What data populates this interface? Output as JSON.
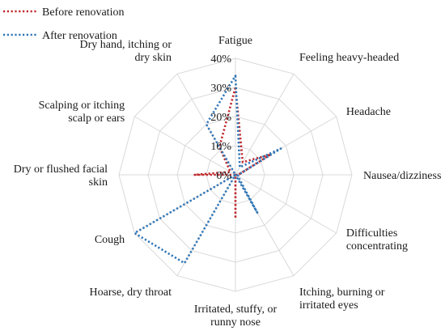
{
  "chart_data": {
    "type": "radar",
    "axes": [
      [
        "Fatigue"
      ],
      [
        "Feeling heavy-headed"
      ],
      [
        "Headache"
      ],
      [
        "Nausea/dizziness"
      ],
      [
        "Difficulties",
        "concentrating"
      ],
      [
        "Itching, burning or",
        "irritated eyes"
      ],
      [
        "Irritated, stuffy, or",
        "runny nose"
      ],
      [
        "Hoarse, dry throat"
      ],
      [
        "Cough"
      ],
      [
        "Dry or flushed facial",
        "skin"
      ],
      [
        "Scalping or itching",
        "scalp or ears"
      ],
      [
        "Dry hand, itching or",
        "dry skin"
      ]
    ],
    "ticks": [
      "0%",
      "10%",
      "20%",
      "30%",
      "40%"
    ],
    "rmax": 40,
    "series": [
      {
        "name": "Before renovation",
        "color": "#c0282c",
        "values": [
          30,
          5,
          14,
          1,
          0,
          0,
          15,
          0,
          0,
          14,
          2,
          11
        ]
      },
      {
        "name": "After renovation",
        "color": "#2e75b6",
        "values": [
          34,
          3,
          18,
          1,
          1,
          15,
          0,
          35,
          40,
          0,
          0,
          20
        ]
      }
    ],
    "legend_position": "top-left",
    "grid": true
  }
}
